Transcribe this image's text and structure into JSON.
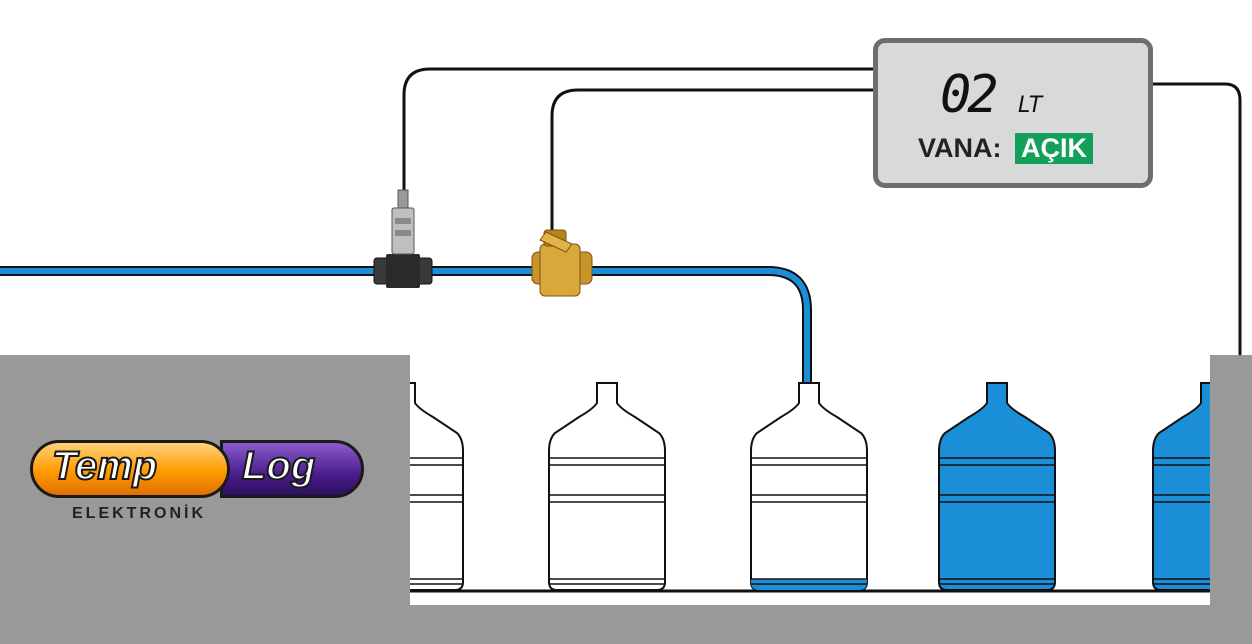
{
  "display": {
    "volume_value": "02",
    "volume_unit": "LT",
    "valve_label": "VANA:",
    "valve_state": "AÇIK"
  },
  "logo": {
    "word_left": "Temp",
    "word_right": "Log",
    "subtitle": "ELEKTRONİK"
  },
  "bottles": [
    {
      "state": "empty"
    },
    {
      "state": "empty"
    },
    {
      "state": "filling",
      "fill_fraction": 0.05
    },
    {
      "state": "full"
    },
    {
      "state": "full"
    }
  ],
  "colors": {
    "water": "#1a8fd8",
    "panel_bg": "#d9d9d9",
    "frame": "#999999",
    "valve_open": "#12a05a",
    "brass": "#c9952a"
  }
}
